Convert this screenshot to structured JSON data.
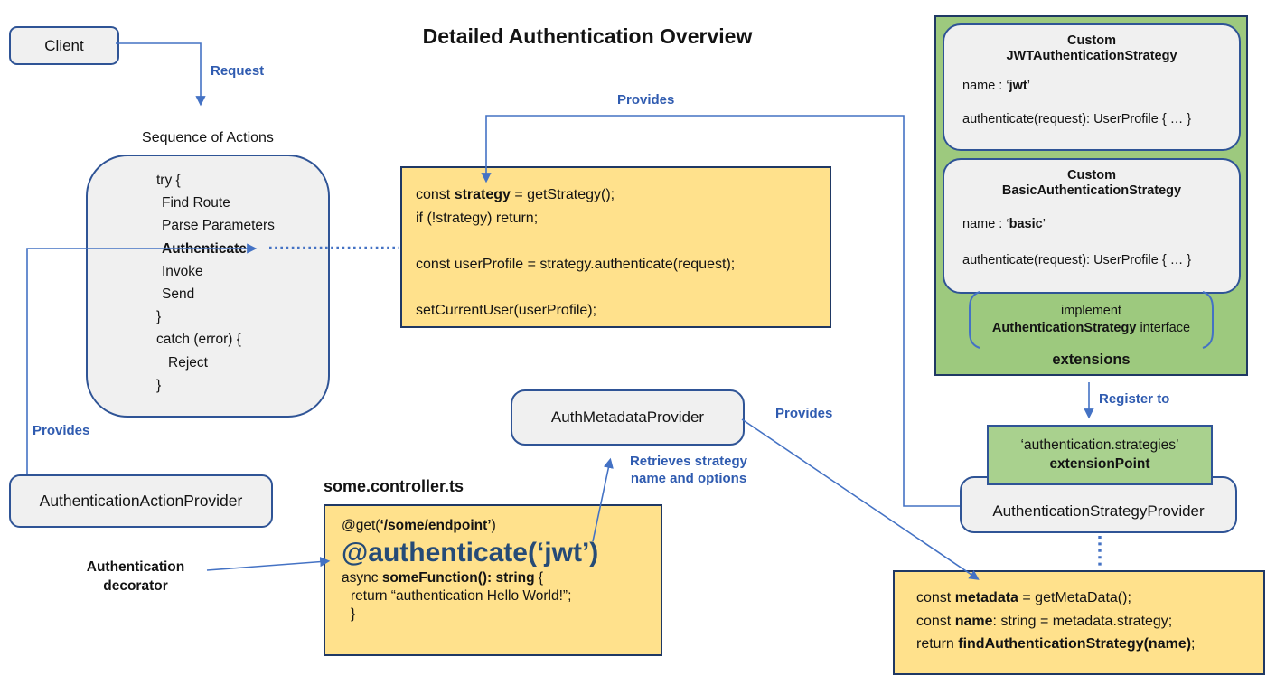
{
  "title": "Detailed Authentication Overview",
  "colors": {
    "arrow_blue": "#4472C4",
    "label_blue": "#2F5BB0",
    "dark_border": "#1F3864",
    "box_border_blue": "#2F5496",
    "yellow_fill": "#FFE18C",
    "green_fill": "#9DC97E",
    "light_green_fill": "#A9D18E",
    "gray_fill": "#F0F0F0",
    "decorator_text": "#254B77"
  },
  "client": {
    "label": "Client"
  },
  "labels": {
    "request": "Request",
    "provides_top": "Provides",
    "provides_left": "Provides",
    "provides_mid": "Provides",
    "register_to": "Register to",
    "retrieves_line1": "Retrieves strategy",
    "retrieves_line2": [
      {
        "t": "name",
        "b": true
      },
      {
        "t": " and options"
      }
    ],
    "decorator_line1": "Authentication",
    "decorator_line2": "decorator"
  },
  "sequence": {
    "title": "Sequence of Actions",
    "lines": [
      [
        {
          "t": "try {"
        }
      ],
      [
        {
          "t": "Find Route"
        }
      ],
      [
        {
          "t": "Parse Parameters"
        }
      ],
      [
        {
          "t": "Authenticate",
          "b": true
        }
      ],
      [
        {
          "t": "Invoke"
        }
      ],
      [
        {
          "t": "Send"
        }
      ],
      [
        {
          "t": "}"
        }
      ],
      [
        {
          "t": "catch (error) {"
        }
      ],
      [
        {
          "t": "Reject"
        }
      ],
      [
        {
          "t": "}"
        }
      ]
    ]
  },
  "strategy_code": {
    "lines": [
      [
        {
          "t": "const "
        },
        {
          "t": "strategy",
          "b": true
        },
        {
          "t": " = getStrategy();"
        }
      ],
      [
        {
          "t": "if (!strategy) return;"
        }
      ],
      [],
      [
        {
          "t": "const userProfile = strategy.authenticate(request);"
        }
      ],
      [],
      [
        {
          "t": "setCurrentUser(userProfile);"
        }
      ]
    ]
  },
  "extensions_panel": {
    "cards": [
      {
        "title1": "Custom",
        "title2": "JWTAuthenticationStrategy",
        "name_line": [
          {
            "t": "name : ‘"
          },
          {
            "t": "jwt",
            "b": true
          },
          {
            "t": "’"
          }
        ],
        "auth_line": "authenticate(request): UserProfile { … }"
      },
      {
        "title1": "Custom",
        "title2": "BasicAuthenticationStrategy",
        "name_line": [
          {
            "t": "name : ‘"
          },
          {
            "t": "basic",
            "b": true
          },
          {
            "t": "’"
          }
        ],
        "auth_line": "authenticate(request): UserProfile { … }"
      }
    ],
    "implement_line1": "implement",
    "implement_line2": [
      {
        "t": "AuthenticationStrategy",
        "b": true
      },
      {
        "t": " interface"
      }
    ],
    "footer": "extensions"
  },
  "extension_point": {
    "line1": "‘authentication.strategies’",
    "line2": "extensionPoint"
  },
  "providers": {
    "strategy_provider": "AuthenticationStrategyProvider",
    "metadata_provider": "AuthMetadataProvider",
    "action_provider": "AuthenticationActionProvider"
  },
  "metadata_code": {
    "lines": [
      [
        {
          "t": "const "
        },
        {
          "t": "metadata",
          "b": true
        },
        {
          "t": " = getMetaData();"
        }
      ],
      [
        {
          "t": "const "
        },
        {
          "t": "name",
          "b": true
        },
        {
          "t": ": string = metadata.strategy;"
        }
      ],
      [
        {
          "t": "return "
        },
        {
          "t": "findAuthenticationStrategy(name)",
          "b": true
        },
        {
          "t": ";"
        }
      ]
    ]
  },
  "controller": {
    "title": "some.controller.ts",
    "get_line": [
      {
        "t": "@get("
      },
      {
        "t": "‘/some/endpoint’",
        "b": true
      },
      {
        "t": ")"
      }
    ],
    "decorator": "@authenticate(‘jwt’)",
    "func_line": [
      {
        "t": "async "
      },
      {
        "t": "someFunction(): string",
        "b": true
      },
      {
        "t": " {"
      }
    ],
    "return_line": [
      {
        "t": "return “authentication Hello World!”;"
      }
    ],
    "close_brace": [
      {
        "t": "}"
      }
    ]
  }
}
